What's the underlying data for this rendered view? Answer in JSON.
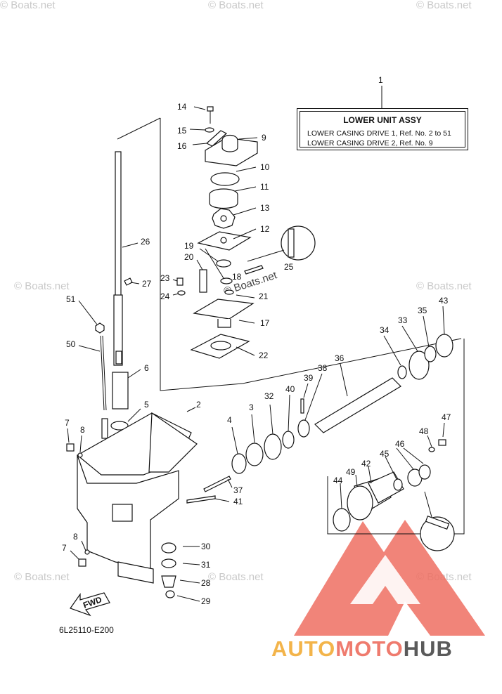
{
  "header": {
    "legend_ref": "1",
    "title": "LOWER UNIT ASSY",
    "line1": "LOWER CASING DRIVE 1,  Ref. No. 2 to 51",
    "line2": "LOWER CASING DRIVE 2,  Ref. No. 9"
  },
  "diagram_code": "6L25110-E200",
  "fwd_label": "FWD",
  "watermark": "© Boats.net",
  "brand": {
    "part1": "AUTO",
    "part2": "MOTO",
    "part3": "HUB"
  },
  "callouts": [
    "2",
    "3",
    "4",
    "5",
    "6",
    "7",
    "8",
    "9",
    "10",
    "11",
    "12",
    "13",
    "14",
    "15",
    "16",
    "17",
    "19",
    "20",
    "21",
    "22",
    "23",
    "24",
    "25",
    "26",
    "27",
    "28",
    "29",
    "30",
    "31",
    "32",
    "33",
    "34",
    "35",
    "36",
    "37",
    "38",
    "39",
    "40",
    "41",
    "42",
    "43",
    "44",
    "45",
    "46",
    "47",
    "48",
    "49",
    "50",
    "51"
  ],
  "colors": {
    "logo_red": "#ef6f62",
    "logo_orange": "#f3b44a",
    "logo_gray": "#5a5a5a",
    "watermark": "#c9c9c9"
  }
}
